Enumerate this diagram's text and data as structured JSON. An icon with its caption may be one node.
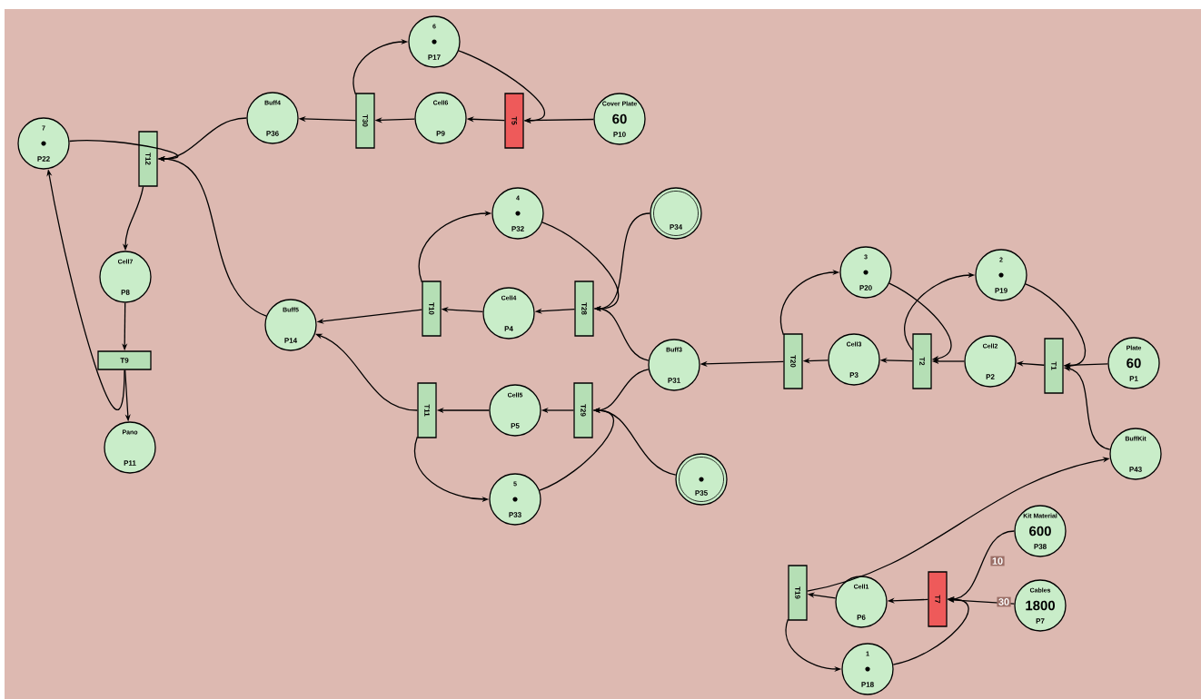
{
  "diagram": {
    "nodes": [
      {
        "text": [
          "7",
          "P22"
        ]
      },
      {
        "text": [
          "T12"
        ]
      },
      {
        "text": [
          "Buff4",
          "P36"
        ]
      },
      {
        "text": [
          "T30"
        ]
      },
      {
        "text": [
          "6",
          "P17"
        ]
      },
      {
        "text": [
          "Cell6",
          "P9"
        ]
      },
      {
        "text": [
          "T5"
        ]
      },
      {
        "text": [
          "Cover Plate",
          "60",
          "P10"
        ]
      },
      {
        "text": [
          "Cell7",
          "P8"
        ]
      },
      {
        "text": [
          "T9"
        ]
      },
      {
        "text": [
          "Pano",
          "P11"
        ]
      },
      {
        "text": [
          "Buff5",
          "P14"
        ]
      },
      {
        "text": [
          "T10"
        ]
      },
      {
        "text": [
          "4",
          "P32"
        ]
      },
      {
        "text": [
          "Cell4",
          "P4"
        ]
      },
      {
        "text": [
          "T28"
        ]
      },
      {
        "text": [
          "P34"
        ]
      },
      {
        "text": [
          "Buff3",
          "P31"
        ]
      },
      {
        "text": [
          "T11"
        ]
      },
      {
        "text": [
          "Cell5",
          "P5"
        ]
      },
      {
        "text": [
          "T29"
        ]
      },
      {
        "text": [
          "5",
          "P33"
        ]
      },
      {
        "text": [
          "P35"
        ]
      },
      {
        "text": [
          "T20"
        ]
      },
      {
        "text": [
          "3",
          "P20"
        ]
      },
      {
        "text": [
          "Cell3",
          "P3"
        ]
      },
      {
        "text": [
          "T2"
        ]
      },
      {
        "text": [
          "2",
          "P19"
        ]
      },
      {
        "text": [
          "Cell2",
          "P2"
        ]
      },
      {
        "text": [
          "T1"
        ]
      },
      {
        "text": [
          "Plate",
          "60",
          "P1"
        ]
      },
      {
        "text": [
          "BuffKit",
          "P43"
        ]
      },
      {
        "text": [
          "T19"
        ]
      },
      {
        "text": [
          "Cell1",
          "P6"
        ]
      },
      {
        "text": [
          "T7"
        ]
      },
      {
        "text": [
          "Kit Material",
          "600",
          "P38"
        ]
      },
      {
        "text": [
          "Cables",
          "1800",
          "P7"
        ]
      },
      {
        "text": [
          "1",
          "P18"
        ]
      }
    ],
    "edges": [
      {
        "from": 0,
        "to": 1,
        "arrow": "to"
      },
      {
        "from": 2,
        "to": 1,
        "arrow": "to"
      },
      {
        "from": 11,
        "to": 1,
        "arrow": "to"
      },
      {
        "from": 1,
        "to": 8,
        "arrow": "to"
      },
      {
        "from": 3,
        "to": 2,
        "arrow": "to"
      },
      {
        "from": 3,
        "to": 4,
        "arrow": "to"
      },
      {
        "from": 5,
        "to": 3,
        "arrow": "to"
      },
      {
        "from": 6,
        "to": 5,
        "arrow": "to"
      },
      {
        "from": 4,
        "to": 6,
        "arrow": "to"
      },
      {
        "from": 7,
        "to": 6,
        "arrow": "to"
      },
      {
        "from": 8,
        "to": 9,
        "arrow": "to"
      },
      {
        "from": 9,
        "to": 10,
        "arrow": "to"
      },
      {
        "from": 9,
        "to": 0,
        "arrow": "to"
      },
      {
        "from": 12,
        "to": 11,
        "arrow": "to"
      },
      {
        "from": 12,
        "to": 13,
        "arrow": "to"
      },
      {
        "from": 14,
        "to": 12,
        "arrow": "to"
      },
      {
        "from": 15,
        "to": 14,
        "arrow": "to"
      },
      {
        "from": 13,
        "to": 15,
        "arrow": "to"
      },
      {
        "from": 16,
        "to": 15,
        "arrow": "to"
      },
      {
        "from": 17,
        "to": 15,
        "arrow": "to"
      },
      {
        "from": 18,
        "to": 11,
        "arrow": "to"
      },
      {
        "from": 18,
        "to": 21,
        "arrow": "to"
      },
      {
        "from": 19,
        "to": 18,
        "arrow": "to"
      },
      {
        "from": 20,
        "to": 19,
        "arrow": "to"
      },
      {
        "from": 17,
        "to": 20,
        "arrow": "to"
      },
      {
        "from": 22,
        "to": 20,
        "arrow": "to"
      },
      {
        "from": 21,
        "to": 20,
        "arrow": "to"
      },
      {
        "from": 23,
        "to": 17,
        "arrow": "to"
      },
      {
        "from": 23,
        "to": 24,
        "arrow": "to"
      },
      {
        "from": 25,
        "to": 23,
        "arrow": "to"
      },
      {
        "from": 26,
        "to": 25,
        "arrow": "to"
      },
      {
        "from": 28,
        "to": 26,
        "arrow": "to"
      },
      {
        "from": 24,
        "to": 26,
        "arrow": "to"
      },
      {
        "from": 26,
        "to": 27,
        "arrow": "to"
      },
      {
        "from": 29,
        "to": 28,
        "arrow": "to"
      },
      {
        "from": 27,
        "to": 29,
        "arrow": "to"
      },
      {
        "from": 30,
        "to": 29,
        "arrow": "to"
      },
      {
        "from": 31,
        "to": 29,
        "arrow": "to"
      },
      {
        "from": 32,
        "to": 31,
        "arrow": "to"
      },
      {
        "from": 32,
        "to": 37,
        "arrow": "to"
      },
      {
        "from": 33,
        "to": 32,
        "arrow": "to"
      },
      {
        "from": 34,
        "to": 33,
        "arrow": "to"
      },
      {
        "from": 35,
        "to": 34,
        "arrow": "to",
        "label": "10"
      },
      {
        "from": 36,
        "to": 34,
        "arrow": "to",
        "label": "30"
      },
      {
        "from": 37,
        "to": 34,
        "arrow": "to"
      }
    ]
  }
}
